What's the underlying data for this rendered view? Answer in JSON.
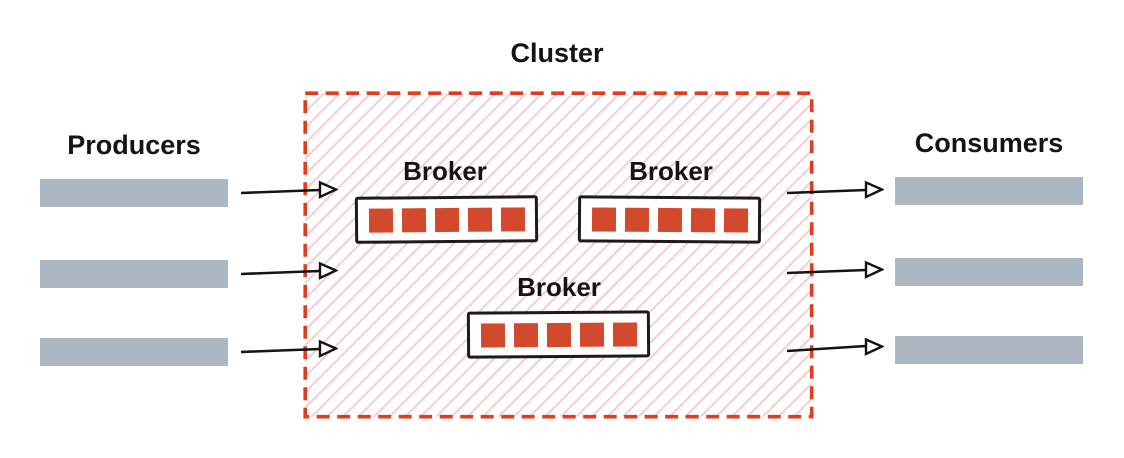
{
  "cluster": {
    "label": "Cluster",
    "brokers": [
      {
        "label": "Broker",
        "partition_count": 5
      },
      {
        "label": "Broker",
        "partition_count": 5
      },
      {
        "label": "Broker",
        "partition_count": 5
      }
    ]
  },
  "producers": {
    "label": "Producers",
    "stream_count": 3,
    "arrow_count": 3
  },
  "consumers": {
    "label": "Consumers",
    "stream_count": 3,
    "arrow_count": 3
  },
  "colors": {
    "partition_red": "#d3492e",
    "cluster_border_red": "#e03c1e",
    "hatch_pink": "#f7c3cf",
    "stream_bar_gray": "#abb7c1",
    "ink_black": "#141414",
    "background": "#ffffff"
  }
}
